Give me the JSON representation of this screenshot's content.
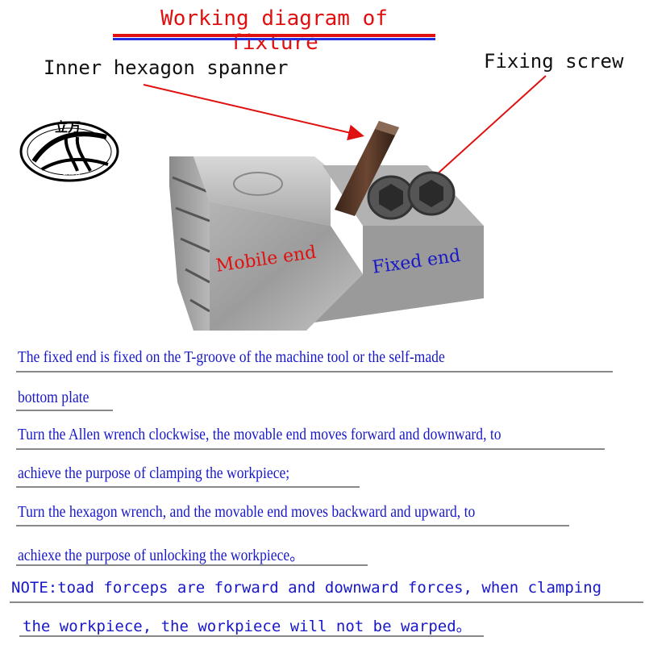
{
  "title": "Working diagram of fixture",
  "callouts": {
    "spanner": "Inner hexagon spanner",
    "screw": "Fixing screw"
  },
  "logo": {
    "chinese": "立万",
    "latin": "LI WAN"
  },
  "photo_labels": {
    "mobile": "Mobile end",
    "fixed": "Fixed end"
  },
  "colors": {
    "title": "#e01010",
    "accent_blue": "#2030e0",
    "description": "#1818c8",
    "mobile_label": "#e01010",
    "fixed_label": "#1818c8"
  },
  "description": {
    "line1": "The fixed end is fixed on the T-groove of the machine tool or the self-made",
    "line2": "bottom plate",
    "line3": "Turn the Allen wrench clockwise, the movable end moves forward and downward, to",
    "line4": "achieve the purpose of clamping the workpiece;",
    "line5": "Turn the hexagon wrench, and the movable end moves backward and upward, to",
    "line6": "achiexe the purpose of unlocking the workpiece。"
  },
  "note": {
    "line1": "NOTE:toad forceps are forward and downward forces, when clamping",
    "line2": "the workpiece, the workpiece will not be warped。"
  }
}
